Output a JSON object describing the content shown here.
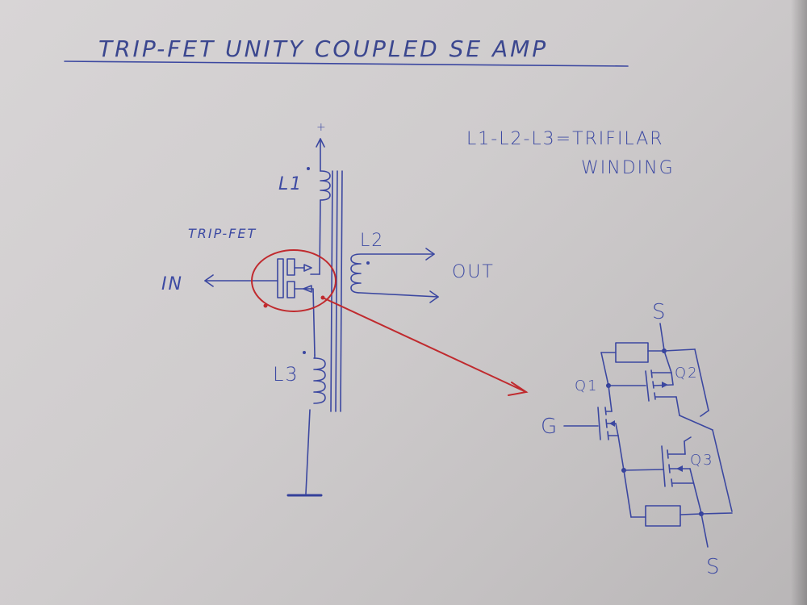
{
  "title": "TRIP-FET UNITY COUPLED SE AMP",
  "note": {
    "line1": "L1-L2-L3=TRIFILAR",
    "line2": "WINDING"
  },
  "main_schematic": {
    "supply_label": "+",
    "inductors": [
      {
        "id": "L1",
        "label": "L1"
      },
      {
        "id": "L2",
        "label": "L2"
      },
      {
        "id": "L3",
        "label": "L3"
      }
    ],
    "device_label": "TRIP-FET",
    "input_label": "IN",
    "output_label": "OUT",
    "ground": "ground-symbol"
  },
  "detail_schematic": {
    "gate_label": "G",
    "source_top_label": "S",
    "source_bottom_label": "S",
    "transistors": [
      "Q1",
      "Q2",
      "Q3"
    ],
    "resistors": 2
  },
  "colors": {
    "ink": "#3b47a0",
    "highlight": "#c02a2e",
    "paper": "#d3d0d1"
  }
}
